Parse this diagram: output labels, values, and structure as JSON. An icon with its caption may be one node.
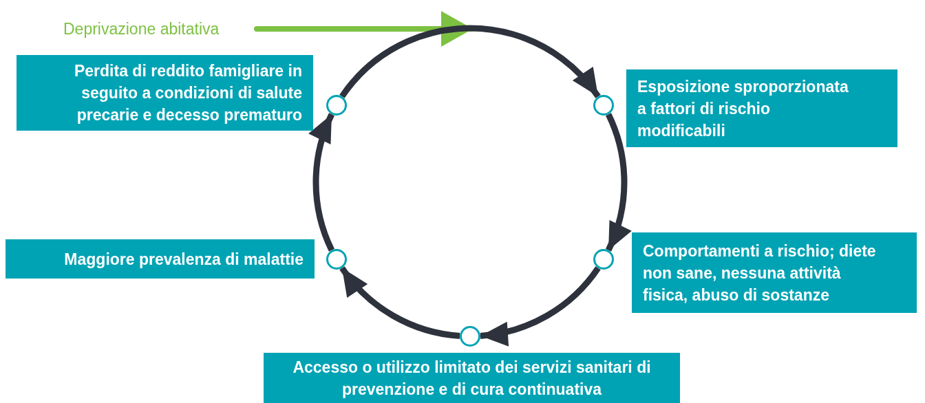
{
  "diagram": {
    "nodes": [
      {
        "text": [
          "Deprivazione abitativa"
        ]
      },
      {
        "text": [
          "Esposizione sproporzionata a fattori di rischio modificabili"
        ]
      },
      {
        "text": [
          "Comportamenti a rischio; diete non sane, nessuna attività fisica, abuso di sostanze"
        ]
      },
      {
        "text": [
          "Accesso o utilizzo limitato dei servizi sanitari di prevenzione e di cura continuativa"
        ]
      },
      {
        "text": [
          "Maggiore prevalenza di malattie"
        ]
      },
      {
        "text": [
          "Perdita di reddito famigliare in seguito a condizioni di salute precarie e decesso prematuro"
        ]
      },
      {
        "text": [],
        "shape": "circle"
      },
      {
        "text": [],
        "shape": "circle"
      },
      {
        "text": [],
        "shape": "circle"
      },
      {
        "text": [],
        "shape": "circle"
      },
      {
        "text": [],
        "shape": "circle"
      }
    ],
    "edges": [
      {
        "from": 0,
        "to": null,
        "arrow": "to",
        "color": "#7dc142"
      },
      {
        "from": 10,
        "to": 6,
        "arrow": "to"
      },
      {
        "from": 6,
        "to": 7,
        "arrow": "to"
      },
      {
        "from": 7,
        "to": 8,
        "arrow": "to"
      },
      {
        "from": 8,
        "to": 9,
        "arrow": "to"
      },
      {
        "from": 9,
        "to": 10,
        "arrow": "to"
      }
    ]
  }
}
